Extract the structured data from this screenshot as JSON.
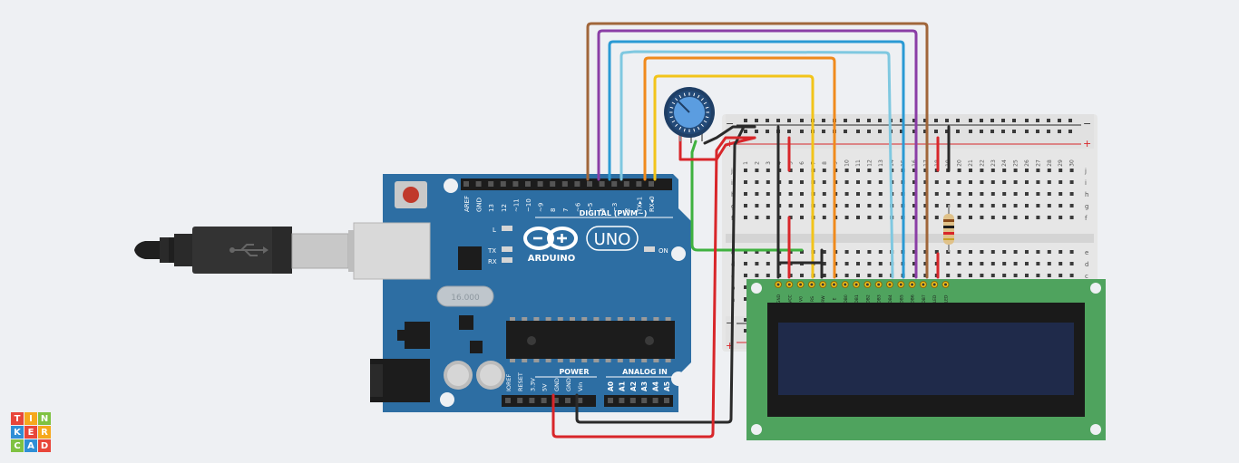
{
  "logo": {
    "letters": [
      "T",
      "I",
      "N",
      "K",
      "E",
      "R",
      "C",
      "A",
      "D"
    ],
    "colors": [
      "#e8463a",
      "#f6a81c",
      "#7fc242",
      "#2f8fd6",
      "#e8463a",
      "#f6a81c",
      "#7fc242",
      "#2f8fd6",
      "#e8463a"
    ]
  },
  "arduino": {
    "brand": "ARDUINO",
    "model": "UNO",
    "digital_label": "DIGITAL (PWM~)",
    "power_label": "POWER",
    "analog_label": "ANALOG IN",
    "on_label": "ON",
    "l_label": "L",
    "tx_label": "TX",
    "rx_label": "RX",
    "crystal_label": "16.000",
    "digital_pins": [
      "AREF",
      "GND",
      "13",
      "12",
      "~11",
      "~10",
      "~9",
      "8",
      "7",
      "~6",
      "~5",
      "4",
      "~3",
      "2",
      "TX▸1",
      "RX◂0"
    ],
    "power_pins": [
      "IOREF",
      "RESET",
      "3.3V",
      "5V",
      "GND",
      "GND",
      "Vin"
    ],
    "analog_pins": [
      "A0",
      "A1",
      "A2",
      "A3",
      "A4",
      "A5"
    ]
  },
  "breadboard": {
    "rail_minus": "−",
    "rail_plus": "+",
    "row_letters_top": [
      "j",
      "i",
      "h",
      "g",
      "f"
    ],
    "row_letters_bottom": [
      "e",
      "d",
      "c",
      "b",
      "a"
    ],
    "column_numbers": [
      "1",
      "2",
      "3",
      "4",
      "5",
      "6",
      "7",
      "8",
      "9",
      "10",
      "11",
      "12",
      "13",
      "14",
      "15",
      "16",
      "17",
      "18",
      "19",
      "20",
      "21",
      "22",
      "23",
      "24",
      "25",
      "26",
      "27",
      "28",
      "29",
      "30"
    ]
  },
  "lcd": {
    "pins": [
      "GND",
      "VCC",
      "V0",
      "RS",
      "RW",
      "E",
      "DB0",
      "DB1",
      "DB2",
      "DB3",
      "DB4",
      "DB5",
      "DB6",
      "DB7",
      "LED",
      "LED"
    ]
  },
  "colors": {
    "board": "#2d6ea3",
    "wire_brown": "#a0663a",
    "wire_purple": "#8a3ea6",
    "wire_blue": "#2a9ad4",
    "wire_lightblue": "#7fc8e0",
    "wire_orange": "#f08a1c",
    "wire_yellow": "#f2c41a",
    "wire_red": "#d8262a",
    "wire_black": "#2a2a2a",
    "wire_green": "#3fb13f",
    "lcd_board": "#4fa35e",
    "lcd_screen": "#1f2a4a"
  }
}
